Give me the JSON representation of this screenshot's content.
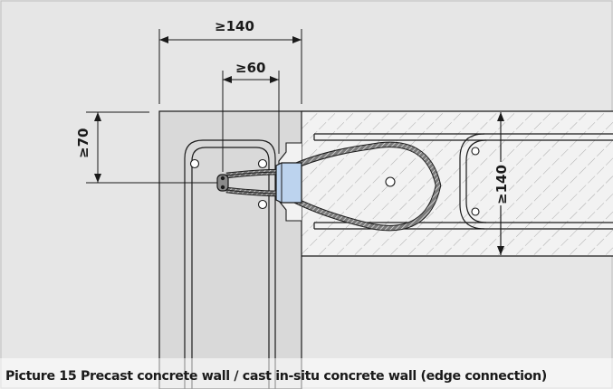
{
  "caption": "Picture 15  Precast concrete wall / cast in-situ concrete wall (edge connection)",
  "dimensions": {
    "top_outer": "≥140",
    "top_inner": "≥60",
    "left_vertical": "≥70",
    "right_vertical": "≥140"
  },
  "colors": {
    "background": "#e6e6e6",
    "precast_wall": "#d9d9d9",
    "insitu_wall": "#f2f2f2",
    "hatch": "#9a9a9a",
    "line": "#1a1a1a",
    "loop_box": "#bcd3ee"
  }
}
